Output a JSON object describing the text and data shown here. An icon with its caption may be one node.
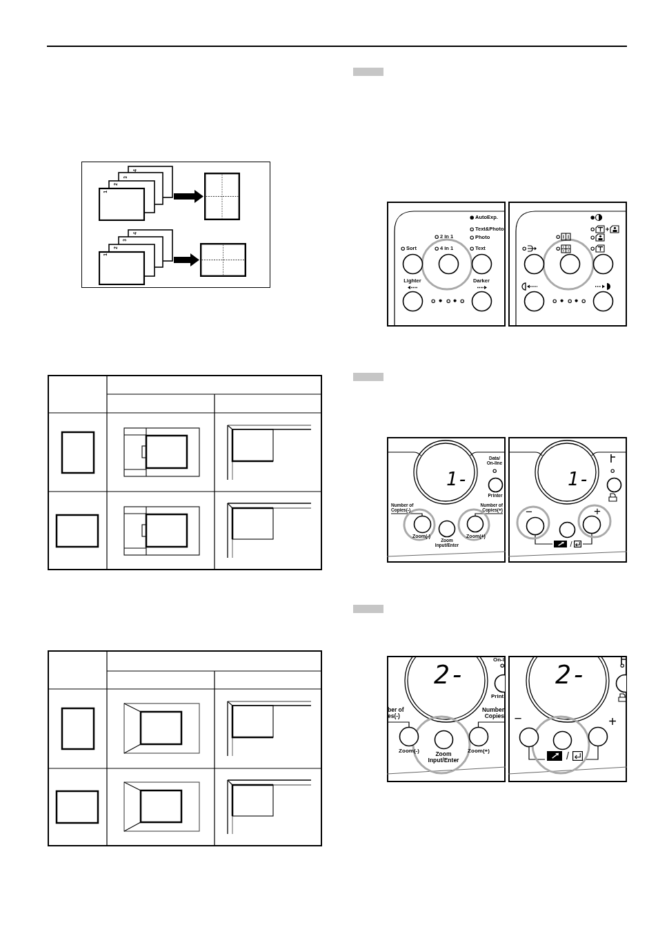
{
  "diagram": {
    "nodes": [
      {
        "text": [
          "1",
          "2",
          "3",
          "4"
        ]
      },
      {
        "text": [],
        "shape": "box"
      },
      {
        "text": [
          "1",
          "2",
          "3",
          "4"
        ]
      },
      {
        "text": [],
        "shape": "box"
      }
    ],
    "edges": [
      {
        "from": 0,
        "to": 1,
        "arrow": "to"
      },
      {
        "from": 2,
        "to": 3,
        "arrow": "to"
      }
    ],
    "labels": [
      "AutoExp.",
      "Text&Photo",
      "2 in 1",
      "Photo",
      "Sort",
      "4 in 1",
      "Text",
      "Lighter",
      "Darker",
      "1-",
      "Data/ On-line",
      "Printer",
      "Number of Copies(-)",
      "Number of Copies(+)",
      "Zoom(-)",
      "Zoom Input/Enter",
      "Zoom(+)",
      "1-",
      "−",
      "+",
      "/",
      "2-",
      "On-l",
      "Print",
      "ber of es(-)",
      "Number Copies",
      "Zoom(-)",
      "Zoom Input/Enter",
      "Zoom(+)",
      "2-",
      "−",
      "+",
      "/"
    ]
  }
}
